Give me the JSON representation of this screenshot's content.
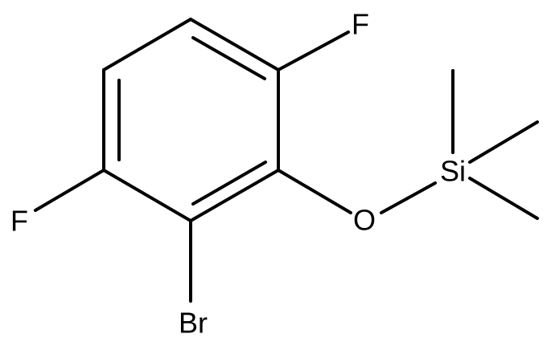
{
  "molecule": {
    "atom_labels": {
      "fluorine_top": "F",
      "fluorine_left": "F",
      "bromine": "Br",
      "oxygen": "O",
      "silicon": "Si"
    }
  }
}
